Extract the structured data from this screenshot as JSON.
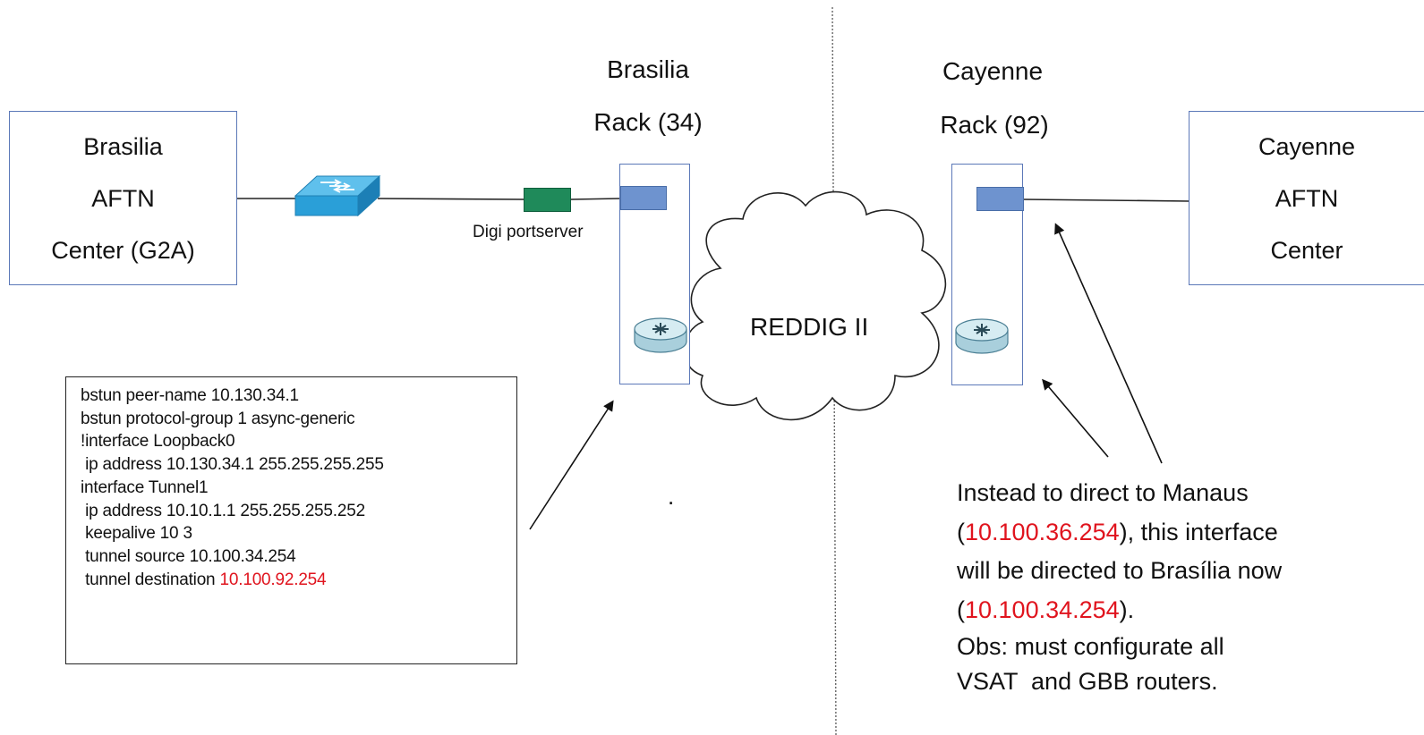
{
  "left_site": {
    "title": "Brasilia",
    "subtitle": "Rack (34)"
  },
  "right_site": {
    "title": "Cayenne",
    "subtitle": "Rack (92)"
  },
  "left_center": {
    "lines": [
      "Brasilia",
      "AFTN",
      "Center (G2A)"
    ]
  },
  "right_center": {
    "lines": [
      "Cayenne",
      "AFTN",
      "Center"
    ]
  },
  "digi_label": "Digi portserver",
  "cloud_label": "REDDIG II",
  "stray_dot": ".",
  "config": {
    "lines": [
      "bstun peer-name 10.130.34.1",
      "bstun protocol-group 1 async-generic",
      "!interface Loopback0",
      " ip address 10.130.34.1 255.255.255.255",
      "interface Tunnel1",
      " ip address 10.10.1.1 255.255.255.252",
      " keepalive 10 3",
      " tunnel source 10.100.34.254"
    ],
    "dest_prefix": " tunnel destination ",
    "dest_ip": "10.100.92.254"
  },
  "note": {
    "l1": "Instead to direct to Manaus",
    "l2_open": "(",
    "l2_ip": "10.100.36.254",
    "l2_rest": "), this interface",
    "l3": "will be directed to Brasília now",
    "l4_open": "(",
    "l4_ip": "10.100.34.254",
    "l4_rest": ").",
    "obs1": "Obs: must configurate all",
    "obs2": "VSAT  and GBB routers."
  },
  "colors": {
    "box_border": "#5b78b8",
    "rack_port": "#6e93cf",
    "digi": "#1f8a5a",
    "switch": "#2a9fd8",
    "highlight": "#e0141e"
  },
  "icons": [
    "switch-icon",
    "digi-portserver-icon",
    "router-icon",
    "cloud-icon"
  ]
}
